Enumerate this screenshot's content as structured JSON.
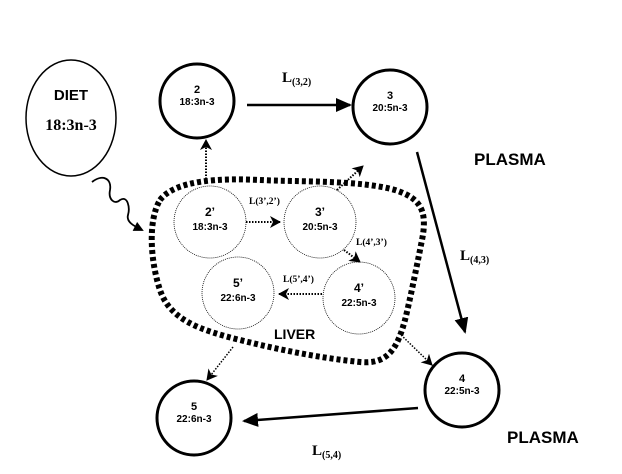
{
  "diet": {
    "title": "DIET",
    "value": "18:3n-3"
  },
  "plasma_nodes": [
    {
      "id": "2",
      "label": "18:3n-3"
    },
    {
      "id": "3",
      "label": "20:5n-3"
    },
    {
      "id": "4",
      "label": "22:5n-3"
    },
    {
      "id": "5",
      "label": "22:6n-3"
    }
  ],
  "liver_nodes": [
    {
      "id": "2’",
      "label": "18:3n-3"
    },
    {
      "id": "3’",
      "label": "20:5n-3"
    },
    {
      "id": "4’",
      "label": "22:5n-3"
    },
    {
      "id": "5’",
      "label": "22:6n-3"
    }
  ],
  "rates": {
    "l32": {
      "main": "L",
      "sub": "(3,2)"
    },
    "l43": {
      "main": "L",
      "sub": "(4,3)"
    },
    "l54": {
      "main": "L",
      "sub": "(5,4)"
    },
    "l3p2p": "L(3’,2’)",
    "l4p3p": "L(4’,3’)",
    "l5p4p": "L(5’,4’)"
  },
  "compartments": {
    "plasma_top": "PLASMA",
    "plasma_bottom": "PLASMA",
    "liver": "LIVER"
  }
}
